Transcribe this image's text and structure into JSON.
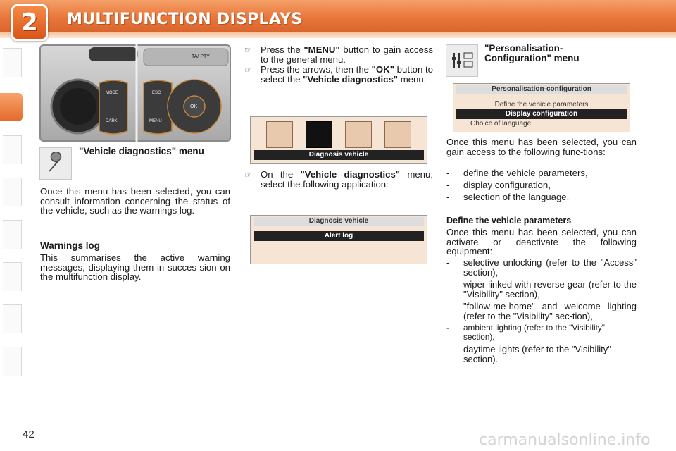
{
  "header": {
    "chapter_number": "2",
    "title": "MULTIFUNCTION DISPLAYS"
  },
  "page_number": "42",
  "watermark": "carmanualsonline.info",
  "panel": {
    "label_ta_pty": "TA/ PTY",
    "label_mode": "MODE",
    "label_dark": "DARK",
    "label_esc": "ESC",
    "label_menu": "MENU",
    "label_ok": "OK"
  },
  "col1": {
    "heading": "\"Vehicle diagnostics\" menu",
    "intro": "Once this menu has been selected, you can consult information concerning the status of the vehicle, such as the warnings log.",
    "warnings_heading": "Warnings log",
    "warnings_text": "This summarises the active warning messages, displaying them in succes-sion on the multifunction display."
  },
  "col2": {
    "step1_pre": "Press the ",
    "step1_bold": "\"MENU\"",
    "step1_post": " button to gain access to the general menu.",
    "step2_pre": "Press the arrows, then the ",
    "step2_bold": "\"OK\"",
    "step2_mid": " button to select the ",
    "step2_bold2": "\"Vehicle diagnostics\"",
    "step2_post": " menu.",
    "step3_pre": "On the ",
    "step3_bold": "\"Vehicle diagnostics\"",
    "step3_post": " menu, select the following application:",
    "screen1_caption": "Diagnosis vehicle",
    "screen2_title": "Diagnosis vehicle",
    "screen2_item": "Alert log"
  },
  "col3": {
    "heading": "\"Personalisation-Configuration\" menu",
    "screen_title": "Personalisation-configuration",
    "screen_item1": "Define the vehicle parameters",
    "screen_item2": "Display configuration",
    "screen_item3": "Choice of language",
    "intro": "Once this menu has been selected, you can gain access to the following func-tions:",
    "list1": [
      "define the vehicle parameters,",
      "display configuration,",
      "selection of the language."
    ],
    "define_heading": "Define the vehicle parameters",
    "define_intro": "Once this menu has been selected, you can activate or deactivate the following equipment:",
    "list2": [
      "selective unlocking (refer to the \"Access\" section),",
      "wiper linked with reverse gear (refer to the \"Visibility\" section),",
      "\"follow-me-home\" and welcome lighting (refer to the \"Visibility\" sec-tion),",
      "ambient lighting (refer to the \"Visibility\" section),",
      "daytime lights (refer to the \"Visibility\" section)."
    ]
  },
  "colors": {
    "header_orange": "#e8763a",
    "active_tab": "#e36a2a",
    "screen_bg": "#f6e4d4"
  },
  "icons": {
    "step_bullet": "hand-pointer-icon",
    "diagnostics": "wrench-icon",
    "personalisation": "sliders-icon"
  }
}
